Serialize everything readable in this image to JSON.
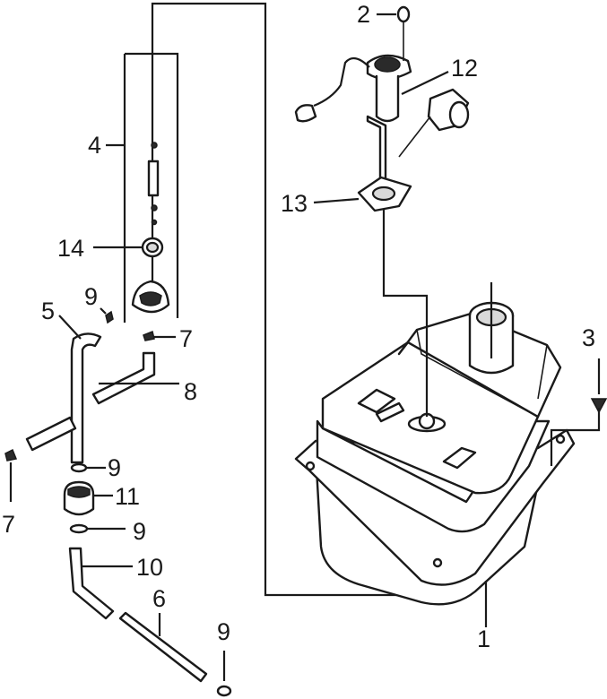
{
  "callouts": {
    "c1": "1",
    "c2": "2",
    "c3": "3",
    "c4": "4",
    "c5": "5",
    "c6": "6",
    "c7a": "7",
    "c7b": "7",
    "c8": "8",
    "c9a": "9",
    "c9b": "9",
    "c9c": "9",
    "c9d": "9",
    "c10": "10",
    "c11": "11",
    "c12": "12",
    "c13": "13",
    "c14": "14"
  }
}
